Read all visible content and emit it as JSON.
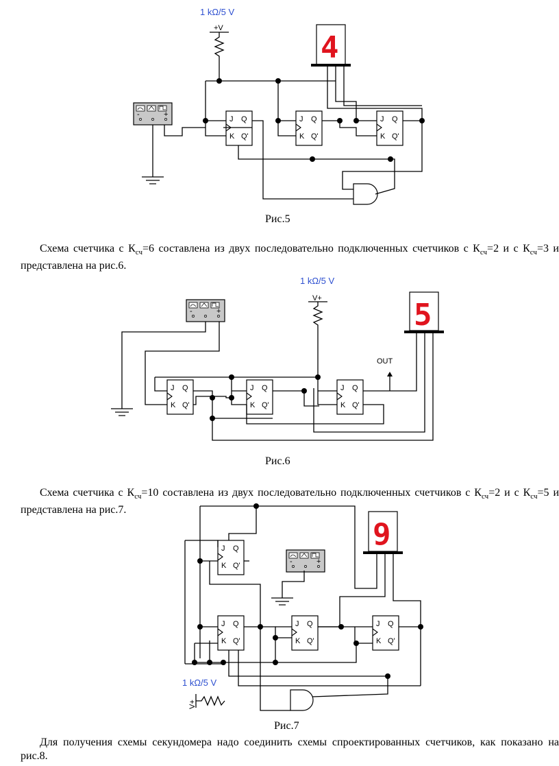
{
  "figures": [
    {
      "caption": "Рис.5",
      "resistor_label": "1 kΩ/5 V",
      "supply_label": "+V",
      "display_digit": "4"
    },
    {
      "caption": "Рис.6",
      "resistor_label": "1 kΩ/5 V",
      "supply_label": "V+",
      "display_digit": "5",
      "out_label": "OUT"
    },
    {
      "caption": "Рис.7",
      "resistor_label": "1 kΩ/5 V",
      "supply_label": "V+",
      "display_digit": "9"
    }
  ],
  "flipflop_pins": {
    "j": "J",
    "k": "K",
    "q": "Q",
    "qn": "Q'"
  },
  "generator_signs": {
    "minus": "-",
    "plus": "+"
  },
  "paragraphs": [
    {
      "before": "Схема счетчика с К",
      "sub1": "сч",
      "mid1": "=6 составлена из двух последовательно подключенных счетчиков с К",
      "sub2": "сч",
      "mid2": "=2 и с К",
      "sub3": "сч",
      "after": "=3 и представлена на рис.6."
    },
    {
      "before": "Схема счетчика с К",
      "sub1": "сч",
      "mid1": "=10 составлена из двух последовательно подключенных счетчиков с К",
      "sub2": "сч",
      "mid2": "=2 и с К",
      "sub3": "сч",
      "after": "=5 и представлена на рис.7."
    },
    {
      "text": "Для получения схемы секундомера надо соединить схемы спроектированных счетчиков, как показано на рис.8."
    }
  ]
}
